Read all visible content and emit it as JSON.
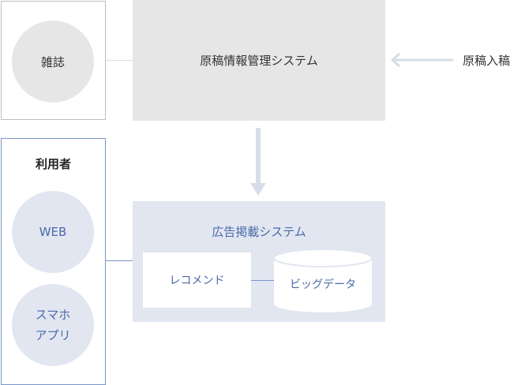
{
  "magazine": {
    "label": "雑誌"
  },
  "manuscript_system": {
    "label": "原稿情報管理システム"
  },
  "manuscript_input": {
    "label": "原稿入稿"
  },
  "users": {
    "title": "利用者",
    "web": "WEB",
    "smartphone_line1": "スマホ",
    "smartphone_line2": "アプリ"
  },
  "ad_system": {
    "title": "広告掲載システム",
    "recommend": "レコメンド",
    "bigdata": "ビッグデータ"
  },
  "colors": {
    "gray_fill": "#e6e6e6",
    "blue_fill": "#e1e6f1",
    "blue_text": "#4a6aa8",
    "blue_border": "#7a96c5",
    "arrow": "#d7dde9"
  }
}
